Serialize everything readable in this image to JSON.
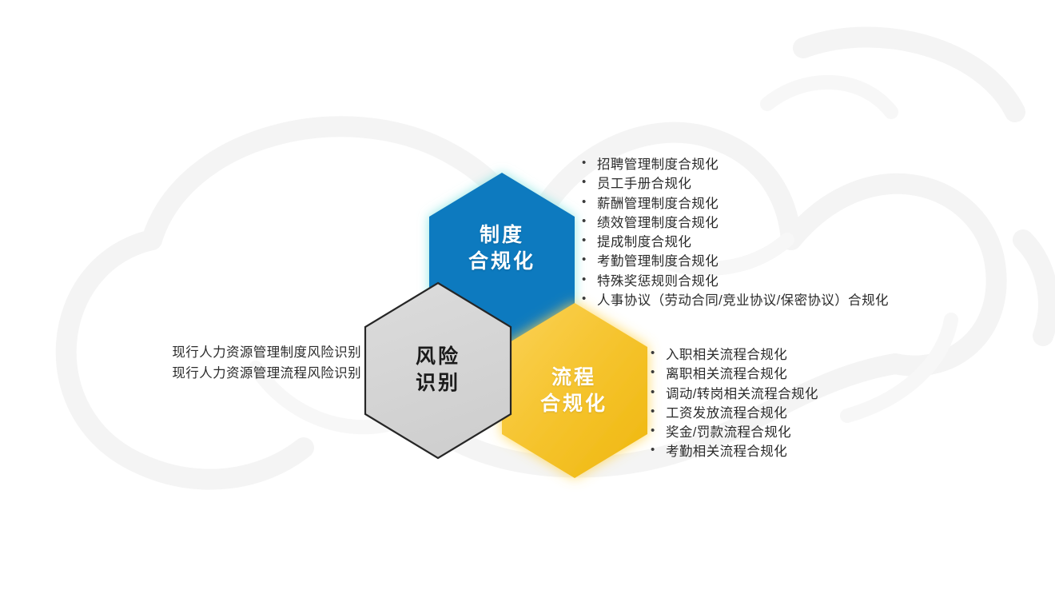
{
  "slide": {
    "background_color": "#ffffff",
    "watermark_color": "#f4f4f4"
  },
  "hexagons": [
    {
      "id": "system-compliance",
      "label_line1": "制度",
      "label_line2": "合规化",
      "fill_color": "#0d7abf",
      "text_color": "#ffffff",
      "position": "top"
    },
    {
      "id": "risk-identification",
      "label_line1": "风险",
      "label_line2": "识别",
      "fill_color": "#d6d6d6",
      "stroke_color": "#262626",
      "text_color": "#1b1b1b",
      "position": "bottom-left"
    },
    {
      "id": "process-compliance",
      "label_line1": "流程",
      "label_line2": "合规化",
      "fill_color": "#f5c022",
      "text_color": "#ffffff",
      "position": "bottom-right"
    }
  ],
  "risk_captions": [
    "现行人力资源管理制度风险识别",
    "现行人力资源管理流程风险识别"
  ],
  "system_compliance_bullets": [
    "招聘管理制度合规化",
    "员工手册合规化",
    "薪酬管理制度合规化",
    "绩效管理制度合规化",
    "提成制度合规化",
    "考勤管理制度合规化",
    "特殊奖惩规则合规化",
    "人事协议（劳动合同/竞业协议/保密协议）合规化"
  ],
  "process_compliance_bullets": [
    "入职相关流程合规化",
    "离职相关流程合规化",
    "调动/转岗相关流程合规化",
    "工资发放流程合规化",
    "奖金/罚款流程合规化",
    "考勤相关流程合规化"
  ]
}
